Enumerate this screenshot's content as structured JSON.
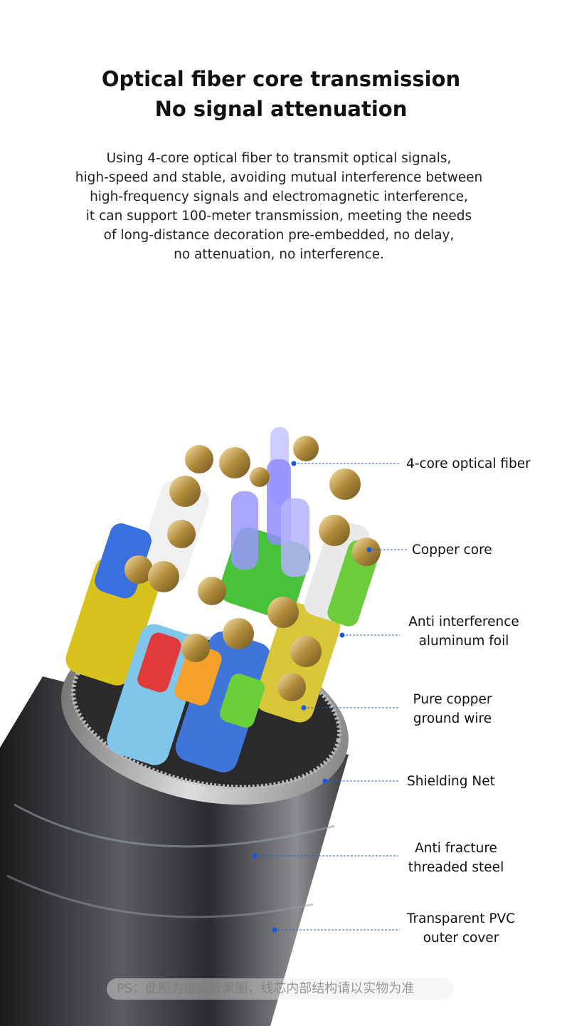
{
  "heading": {
    "line1": "Optical fiber core transmission",
    "line2": "No signal attenuation"
  },
  "description": [
    "Using 4-core optical fiber to transmit optical signals,",
    "high-speed and stable, avoiding mutual interference between",
    "high-frequency signals and electromagnetic interference,",
    "it can support 100-meter transmission, meeting the needs",
    "of long-distance decoration pre-embedded, no delay,",
    "no attenuation, no interference."
  ],
  "callouts": [
    {
      "lines": [
        "4-core optical fiber"
      ]
    },
    {
      "lines": [
        "Copper core"
      ]
    },
    {
      "lines": [
        "Anti interference",
        "aluminum foil"
      ]
    },
    {
      "lines": [
        "Pure copper",
        "ground wire"
      ]
    },
    {
      "lines": [
        "Shielding Net"
      ]
    },
    {
      "lines": [
        "Anti fracture",
        "threaded steel"
      ]
    },
    {
      "lines": [
        "Transparent PVC",
        "outer cover"
      ]
    }
  ],
  "footnote": "PS：此图为渲染效果图，线芯内部结构请以实物为准",
  "colors": {
    "callout_dot": "#1a56e0",
    "callout_line": "#2a5bd6"
  }
}
